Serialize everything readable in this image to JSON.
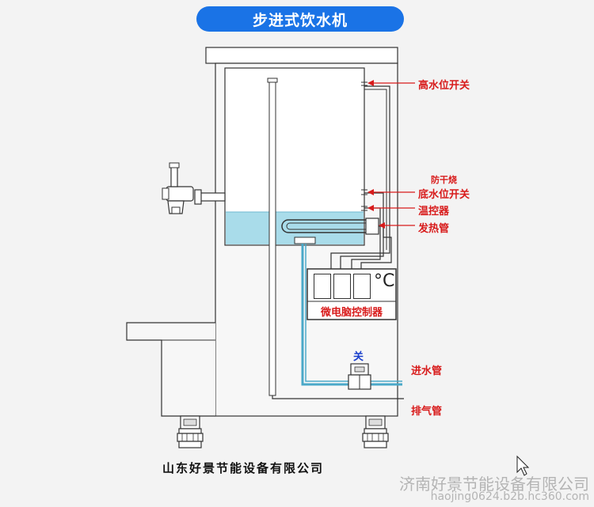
{
  "title": "步进式饮水机",
  "labels": {
    "high_level_switch": "高水位开关",
    "anti_dry_burn": "防干烧",
    "low_level_switch": "底水位开关",
    "thermostat": "温控器",
    "heating_tube": "发热管",
    "controller": "微电脑控制器",
    "degree_unit": "°C",
    "valve_state": "关",
    "inlet_pipe": "进水管",
    "vent_pipe": "排气管"
  },
  "company": "山东好景节能设备有限公司",
  "watermark": {
    "line1": "济南好景节能设备有限公司",
    "line2": "haojing0624.b2b.hc360.com"
  },
  "colors": {
    "title_bg": "#1a73e6",
    "label_red": "#d81b1b",
    "label_blue": "#1a3fcc",
    "water": "#a9dcea",
    "pipe_blue": "#4aa8c8"
  }
}
